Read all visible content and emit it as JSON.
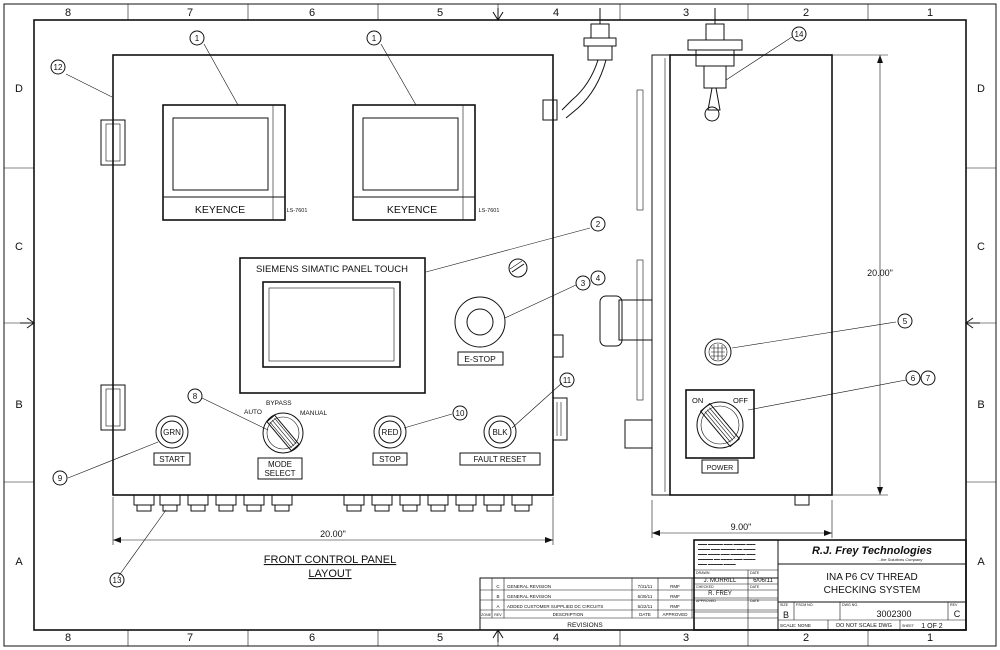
{
  "border": {
    "columns": [
      "8",
      "7",
      "6",
      "5",
      "4",
      "3",
      "2",
      "1"
    ],
    "rows": [
      "D",
      "C",
      "B",
      "A"
    ]
  },
  "balloons": {
    "b1": "1",
    "b1b": "1",
    "b2": "2",
    "b3": "3",
    "b4": "4",
    "b5": "5",
    "b6": "6",
    "b7": "7",
    "b8": "8",
    "b9": "9",
    "b10": "10",
    "b11": "11",
    "b12": "12",
    "b13": "13",
    "b14": "14"
  },
  "front_panel": {
    "keyence_left": "KEYENCE",
    "keyence_right": "KEYENCE",
    "model_left": "LS-7601",
    "model_right": "LS-7601",
    "hmi_label": "SIEMENS SIMATIC PANEL TOUCH",
    "estop_label": "E-STOP",
    "selector_auto": "AUTO",
    "selector_bypass": "BYPASS",
    "selector_manual": "MANUAL",
    "mode_select_1": "MODE",
    "mode_select_2": "SELECT",
    "btn_grn": "GRN",
    "btn_red": "RED",
    "btn_blk": "BLK",
    "label_start": "START",
    "label_stop": "STOP",
    "label_fault_reset": "FAULT RESET",
    "width_dim": "20.00\"",
    "view_title_1": "FRONT CONTROL PANEL",
    "view_title_2": "LAYOUT"
  },
  "side_panel": {
    "height_dim": "20.00\"",
    "depth_dim": "9.00\"",
    "disconnect_on": "ON",
    "disconnect_off": "OFF",
    "power_label": "POWER"
  },
  "title_block": {
    "company": "R.J. Frey Technologies",
    "tagline": "...the Solutions Company",
    "title_1": "INA P6 CV THREAD",
    "title_2": "CHECKING SYSTEM",
    "drawn_by": "J. MURRILL",
    "drawn_date": "6/06/11",
    "checked_by": "R. FREY",
    "size": "B",
    "dwg_no": "3002300",
    "rev": "C",
    "scale": "SCALE: NONE",
    "note": "DO NOT SCALE DWG",
    "sheet": "1 OF 2",
    "hdr_drawn": "DRAWN",
    "hdr_date": "DATE",
    "hdr_checked": "CHECKED",
    "hdr_approved": "APPROVED",
    "hdr_size": "SIZE",
    "hdr_fscm": "FSCM NO.",
    "hdr_dwg": "DWG NO.",
    "hdr_rev": "REV",
    "hdr_sheet": "SHEET"
  },
  "revisions": {
    "heading": "REVISIONS",
    "col_zone": "ZONE",
    "col_rev": "REV",
    "col_desc": "DESCRIPTION",
    "col_date": "DATE",
    "col_approved": "APPROVED",
    "rows": [
      {
        "rev": "C",
        "desc": "GENERAL REVISION",
        "date": "7/31/11",
        "by": "RMF"
      },
      {
        "rev": "B",
        "desc": "GENERAL REVISION",
        "date": "6/30/11",
        "by": "RMF"
      },
      {
        "rev": "A",
        "desc": "ADDED CUSTOMER SUPPLIED DC CIRCUITS",
        "date": "6/22/11",
        "by": "RMF"
      }
    ]
  }
}
